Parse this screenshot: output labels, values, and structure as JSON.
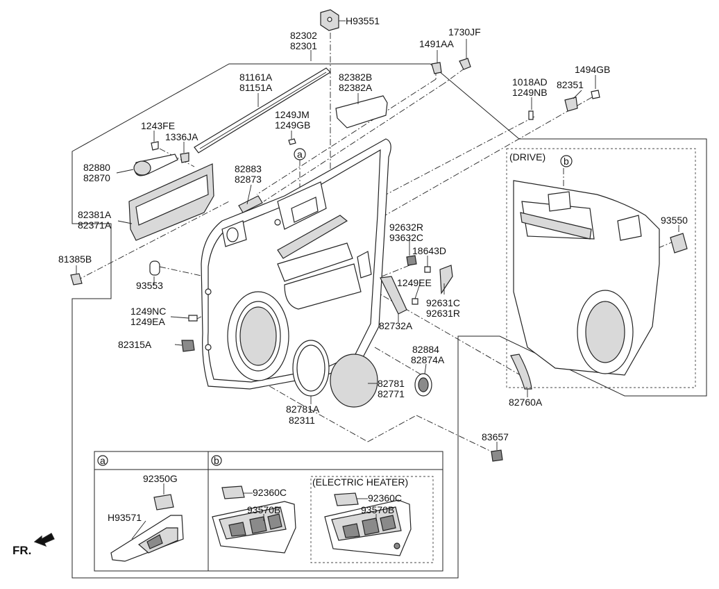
{
  "diagram": {
    "labels": {
      "h93551": "H93551",
      "p82302": "82302",
      "p82301": "82301",
      "p1491aa": "1491AA",
      "p1730jf": "1730JF",
      "p81161a": "81161A",
      "p81151a": "81151A",
      "p82382b": "82382B",
      "p82382a": "82382A",
      "p1018ad": "1018AD",
      "p1249nb": "1249NB",
      "p1494gb": "1494GB",
      "p82351": "82351",
      "p1249jm": "1249JM",
      "p1249gb": "1249GB",
      "p1243fe": "1243FE",
      "p1336ja": "1336JA",
      "p82880": "82880",
      "p82870": "82870",
      "p82883": "82883",
      "p82873": "82873",
      "p82381a": "82381A",
      "p82371a": "82371A",
      "p81385b": "81385B",
      "p93553": "93553",
      "p92632r": "92632R",
      "p93632c": "93632C",
      "p18643d": "18643D",
      "p1249ee": "1249EE",
      "p92631c": "92631C",
      "p92631r": "92631R",
      "p82732a": "82732A",
      "p1249nc": "1249NC",
      "p1249ea": "1249EA",
      "p82315a": "82315A",
      "p82884": "82884",
      "p82874a": "82874A",
      "p82781": "82781",
      "p82771": "82771",
      "p82781a": "82781A",
      "p82311": "82311",
      "p82760a": "82760A",
      "p83657": "83657",
      "p93550": "93550",
      "drive": "(DRIVE)",
      "callout_a": "a",
      "callout_b": "b",
      "fr": "FR."
    },
    "inset": {
      "a_tag": "a",
      "b_tag": "b",
      "p92350g": "92350G",
      "h93571": "H93571",
      "p92360c_1": "92360C",
      "p93570b_1": "93570B",
      "electric_heater": "(ELECTRIC HEATER)",
      "p92360c_2": "92360C",
      "p93570b_2": "93570B"
    }
  }
}
